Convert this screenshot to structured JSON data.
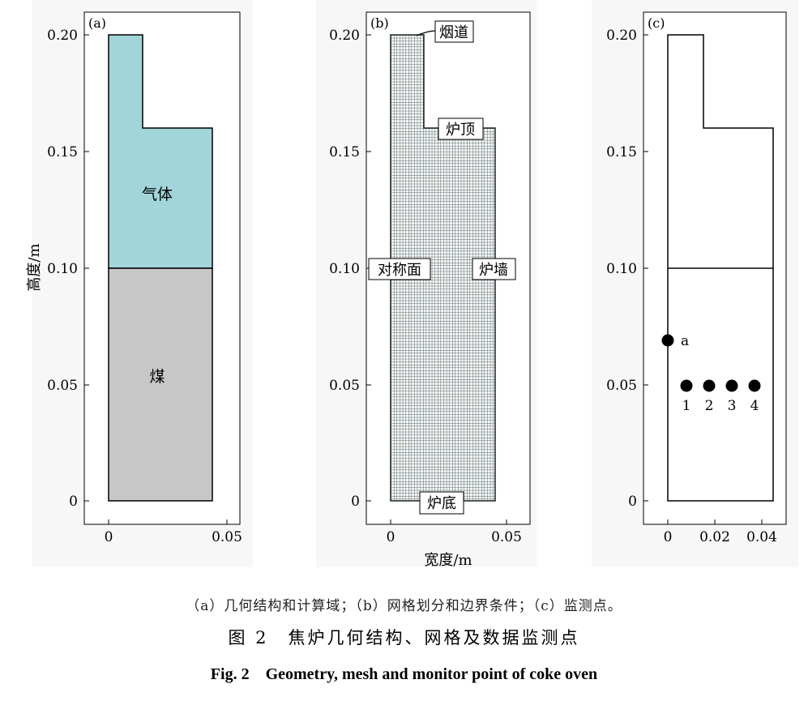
{
  "panels": [
    {
      "id": "a",
      "tag": "(a)",
      "y_ticks": [
        "0",
        "0.05",
        "0.10",
        "0.15",
        "0.20"
      ],
      "x_ticks": [
        "0",
        "0.05"
      ],
      "regions": [
        {
          "label": "气体",
          "color": "#a2d5d9"
        },
        {
          "label": "煤",
          "color": "#c7c7c7"
        }
      ]
    },
    {
      "id": "b",
      "tag": "(b)",
      "y_ticks": [
        "0",
        "0.05",
        "0.10",
        "0.15",
        "0.20"
      ],
      "x_ticks": [
        "0",
        "0.05"
      ],
      "boundary_labels": {
        "flue": "烟道",
        "roof": "炉顶",
        "symmetry": "对称面",
        "wall": "炉墙",
        "bottom": "炉底"
      },
      "mesh_color": "#2e3b3b"
    },
    {
      "id": "c",
      "tag": "(c)",
      "y_ticks": [
        "0",
        "0.05",
        "0.10",
        "0.15",
        "0.20"
      ],
      "x_ticks": [
        "0",
        "0.02",
        "0.04"
      ],
      "monitor_points": [
        "a",
        "1",
        "2",
        "3",
        "4"
      ]
    }
  ],
  "axes": {
    "y_label": "高度/m",
    "x_label": "宽度/m"
  },
  "caption": {
    "sub": "（a）几何结构和计算域；（b）网格划分和边界条件；（c）监测点。",
    "cn": "图 2　焦炉几何结构、网格及数据监测点",
    "en": "Fig. 2　Geometry, mesh and monitor point of coke oven"
  }
}
